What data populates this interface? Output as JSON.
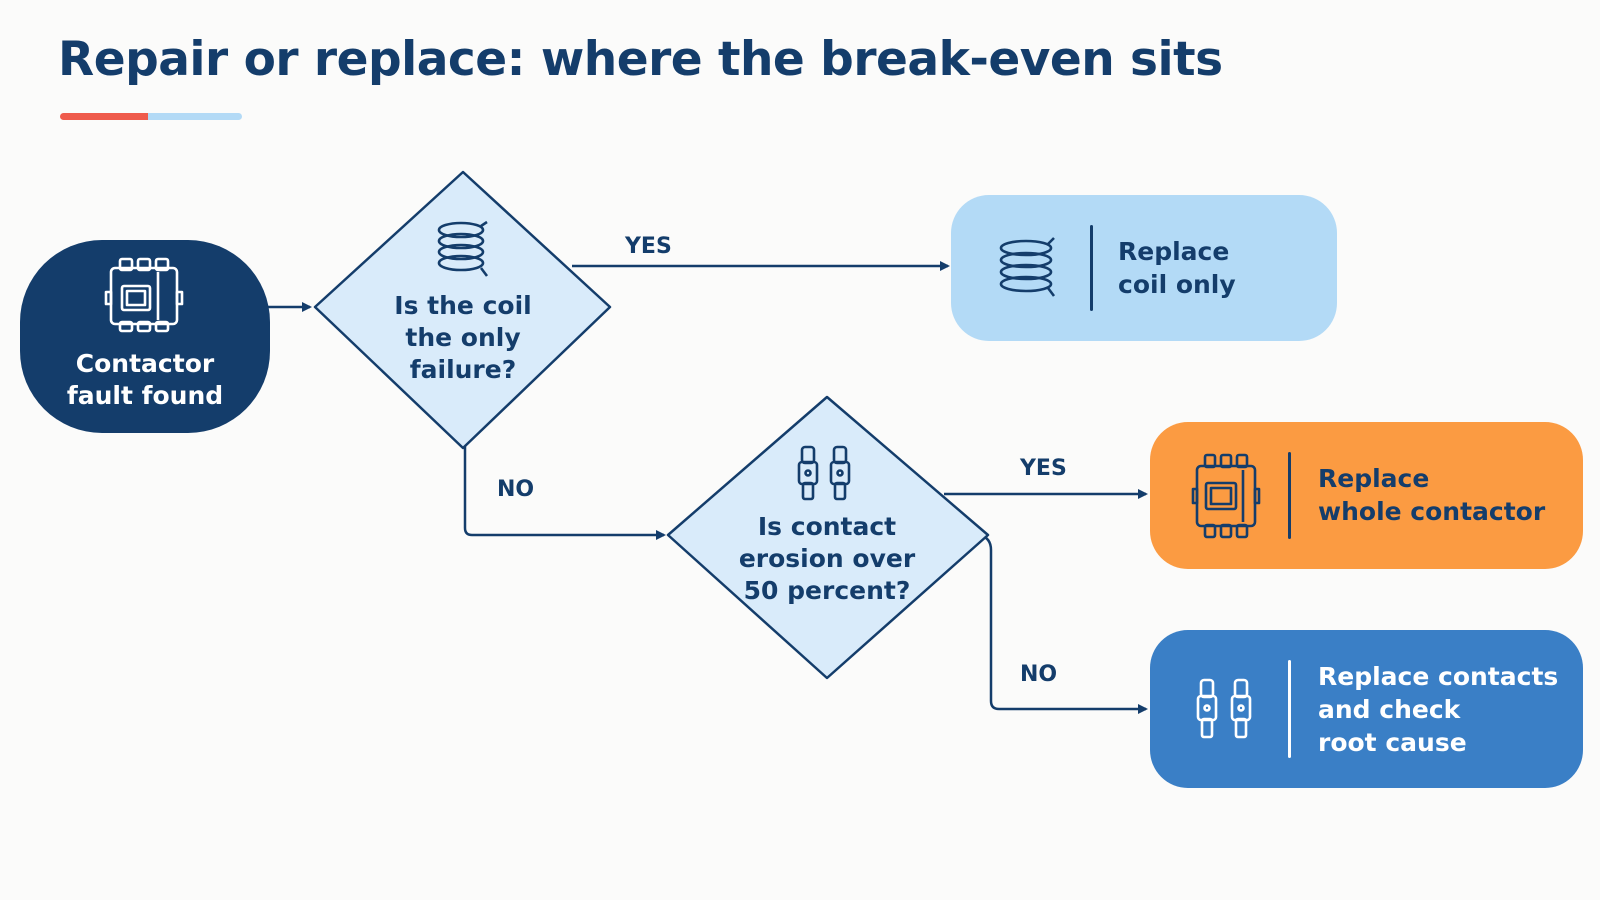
{
  "title": "Repair or replace: where the break-even sits",
  "colors": {
    "navy": "#143d6b",
    "accent_red": "#ef5b4c",
    "accent_light_blue": "#b3daf6",
    "decision_fill": "#d9ebfa",
    "coil_box": "#b3daf6",
    "contactor_box": "#fb9b42",
    "contacts_box": "#3a7fc6"
  },
  "nodes": {
    "start": {
      "line1": "Contactor",
      "line2": "fault found",
      "icon": "contactor-icon"
    },
    "decision1": {
      "line1": "Is the coil",
      "line2": "the only",
      "line3": "failure?",
      "icon": "coil-icon"
    },
    "decision2": {
      "line1": "Is contact",
      "line2": "erosion over",
      "line3": "50 percent?",
      "icon": "contacts-icon"
    },
    "result_coil": {
      "line1": "Replace",
      "line2": "coil only",
      "icon": "coil-icon"
    },
    "result_contactor": {
      "line1": "Replace",
      "line2": "whole contactor",
      "icon": "contactor-icon"
    },
    "result_contacts": {
      "line1": "Replace contacts",
      "line2": "and check",
      "line3": "root cause",
      "icon": "contacts-icon"
    }
  },
  "edges": {
    "d1_yes": "YES",
    "d1_no": "NO",
    "d2_yes": "YES",
    "d2_no": "NO"
  }
}
